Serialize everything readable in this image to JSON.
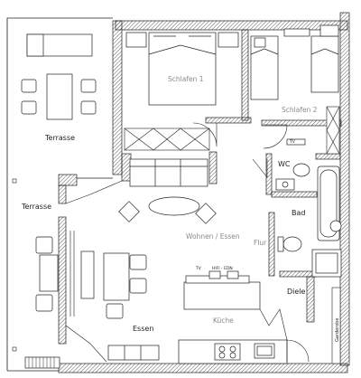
{
  "rooms": {
    "terrasse_top": "Terrasse",
    "terrasse_left": "Terrasse",
    "schlafen_1": "Schlafen 1",
    "schlafen_2": "Schlafen 2",
    "wc": "WC",
    "bad": "Bad",
    "wohnen_essen": "Wohnen / Essen",
    "flur": "Flur",
    "diele": "Diele",
    "essen": "Essen",
    "kueche": "Küche",
    "garderobe": "Garderobe"
  },
  "devices": {
    "tv_top": "TV",
    "tv_kitchen": "TV",
    "hifi": "HIFI - EDN"
  },
  "colors": {
    "wall_line": "#222222",
    "label_grey": "#8a8a8a"
  }
}
